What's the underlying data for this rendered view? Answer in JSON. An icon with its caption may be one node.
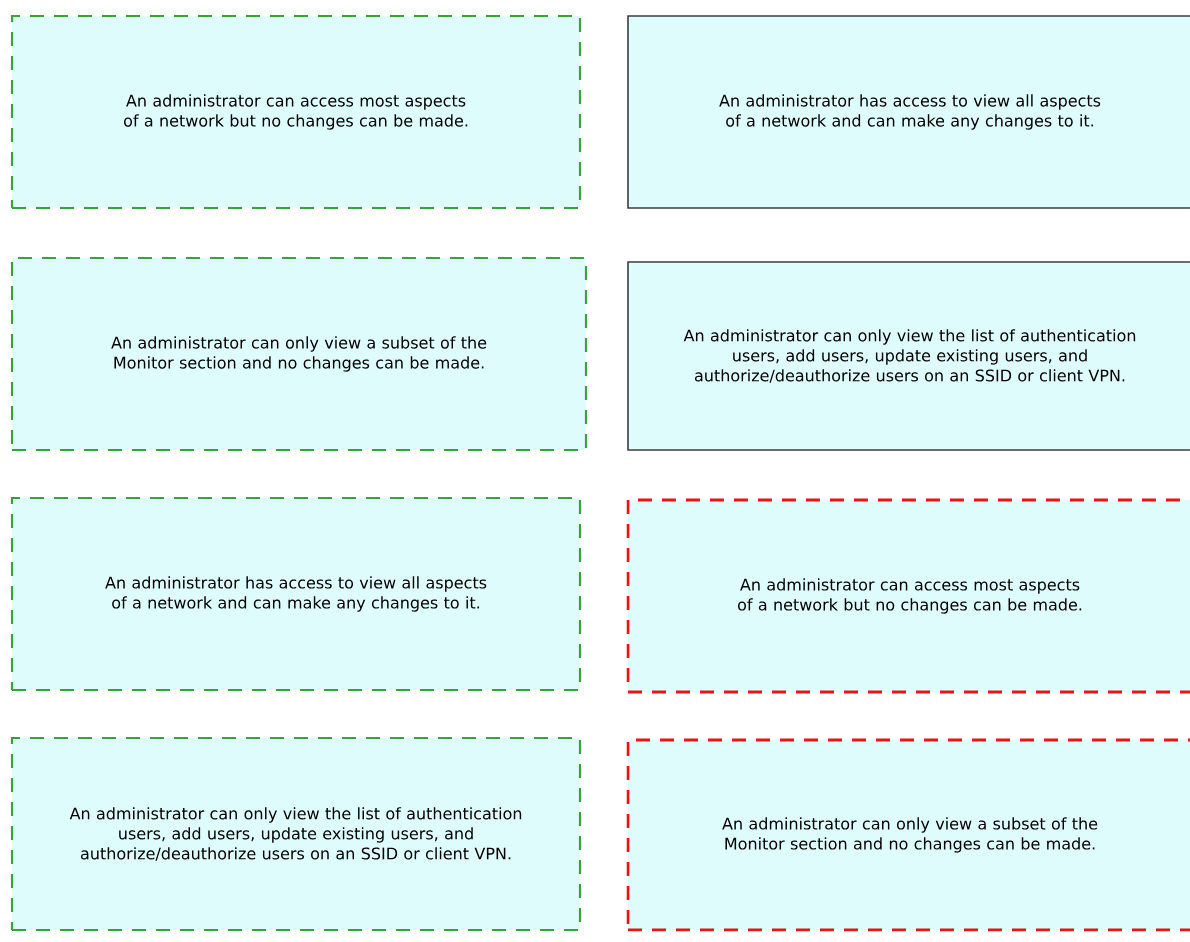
{
  "diagram": {
    "nodes": [
      {
        "text": [
          "An administrator can access most aspects of a network but no changes can be made."
        ]
      },
      {
        "text": [
          "An administrator has access to view all aspects of a network and can make any changes to it."
        ]
      },
      {
        "text": [
          "An administrator can only view a subset of the Monitor section and no changes can be made."
        ]
      },
      {
        "text": [
          "An administrator can only view the list of authentication users, add users, update existing users, and authorize/deauthorize users on an SSID or client VPN."
        ]
      },
      {
        "text": [
          "An administrator has access to view all aspects of a network and can make any changes to it."
        ]
      },
      {
        "text": [
          "An administrator can access most aspects of a network but no changes can be made."
        ]
      },
      {
        "text": [
          "An administrator can only view the list of authentication users, add users, update existing users, and authorize/deauthorize users on an SSID or client VPN."
        ]
      },
      {
        "text": [
          "An administrator can only view a subset of the Monitor section and no changes can be made."
        ]
      }
    ]
  }
}
